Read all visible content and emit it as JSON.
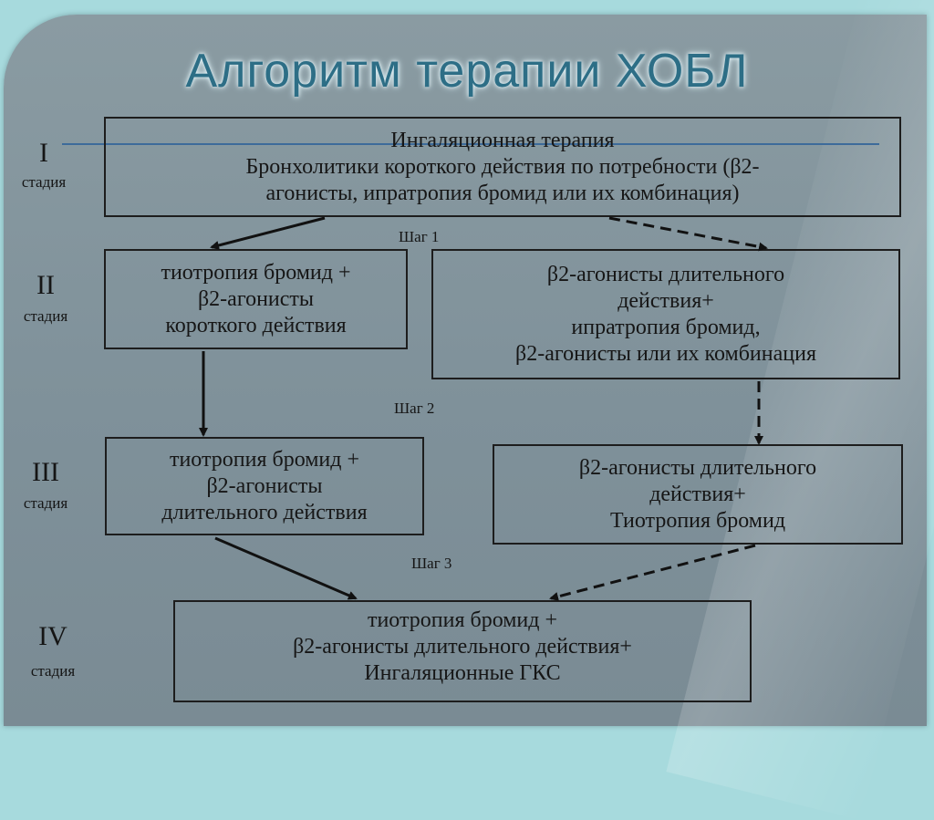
{
  "title": "Алгоритм терапии ХОБЛ",
  "stages": [
    {
      "numeral": "I",
      "word": "стадия"
    },
    {
      "numeral": "II",
      "word": "стадия"
    },
    {
      "numeral": "III",
      "word": "стадия"
    },
    {
      "numeral": "IV",
      "word": "стадия"
    }
  ],
  "steps": [
    "Шаг 1",
    "Шаг 2",
    "Шаг 3"
  ],
  "boxes": {
    "stage1": [
      "Ингаляционная терапия",
      "Бронхолитики короткого действия по потребности (β2-",
      "агонисты, ипратропия бромид или их комбинация)"
    ],
    "stage2_left": [
      "тиотропия бромид +",
      "β2-агонисты",
      "короткого действия"
    ],
    "stage2_right": [
      "β2-агонисты длительного",
      "действия+",
      "ипратропия бромид,",
      "β2-агонисты или их комбинация"
    ],
    "stage3_left": [
      "тиотропия бромид +",
      "β2-агонисты",
      "длительного действия"
    ],
    "stage3_right": [
      "β2-агонисты длительного",
      "действия+",
      "Тиотропия бромид"
    ],
    "stage4": [
      "тиотропия бромид +",
      "β2-агонисты длительного действия+",
      "Ингаляционные ГКС"
    ]
  }
}
